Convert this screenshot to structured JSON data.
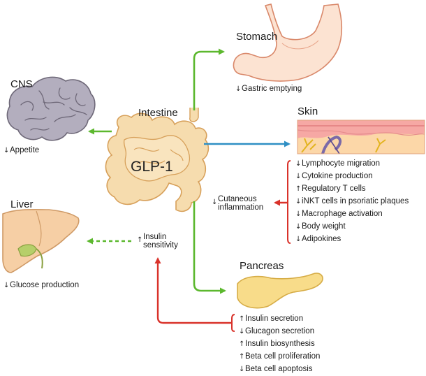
{
  "hub": {
    "label": "Intestine",
    "hormone": "GLP-1"
  },
  "organs": {
    "stomach": "Stomach",
    "cns": "CNS",
    "skin": "Skin",
    "liver": "Liver",
    "pancreas": "Pancreas"
  },
  "effects": {
    "stomach": [
      {
        "arrow": "down",
        "glyph": "↓",
        "text": "Gastric emptying"
      }
    ],
    "cns": [
      {
        "arrow": "down",
        "glyph": "↓",
        "text": "Appetite"
      }
    ],
    "liver": [
      {
        "arrow": "down",
        "glyph": "↓",
        "text": "Glucose production"
      }
    ],
    "skin": [
      {
        "arrow": "down",
        "glyph": "↓",
        "text": "Lymphocyte migration"
      },
      {
        "arrow": "down",
        "glyph": "↓",
        "text": "Cytokine production"
      },
      {
        "arrow": "up",
        "glyph": "↑",
        "text": "Regulatory T cells"
      },
      {
        "arrow": "down",
        "glyph": "↓",
        "text": "iNKT cells in psoriatic plaques"
      },
      {
        "arrow": "down",
        "glyph": "↓",
        "text": "Macrophage activation"
      },
      {
        "arrow": "down",
        "glyph": "↓",
        "text": "Body weight"
      },
      {
        "arrow": "down",
        "glyph": "↓",
        "text": "Adipokines"
      }
    ],
    "pancreas": [
      {
        "arrow": "up",
        "glyph": "↑",
        "text": "Insulin secretion"
      },
      {
        "arrow": "down",
        "glyph": "↓",
        "text": "Glucagon secretion"
      },
      {
        "arrow": "up",
        "glyph": "↑",
        "text": "Insulin biosynthesis"
      },
      {
        "arrow": "up",
        "glyph": "↑",
        "text": "Beta cell proliferation"
      },
      {
        "arrow": "down",
        "glyph": "↓",
        "text": "Beta cell apoptosis"
      }
    ]
  },
  "intermediates": {
    "cutaneous": {
      "arrow": "down",
      "glyph": "↓",
      "line1": "Cutaneous",
      "line2": "inflammation"
    },
    "insulin_sensitivity": {
      "arrow": "up",
      "glyph": "↑",
      "line1": "Insulin",
      "line2": "sensitivity"
    }
  },
  "colors": {
    "green_arrow": "#5cb82e",
    "blue_arrow": "#2f8fc4",
    "red_arrow": "#d9322a",
    "intestine_fill": "#f6dcae",
    "intestine_outline": "#d7a05a",
    "stomach_fill": "#fce3d2",
    "stomach_outline": "#d9886a",
    "brain_fill": "#b3aebe",
    "brain_outline": "#6e6878",
    "liver_fill": "#f6cfa5",
    "gallbladder_fill": "#b6cf6a",
    "pancreas_fill": "#f8dc8a",
    "skin_surface": "#f6a8a4",
    "skin_fat": "#fcd7a8"
  },
  "arrow_styles": {
    "intestine_to_liver": "dashed"
  }
}
